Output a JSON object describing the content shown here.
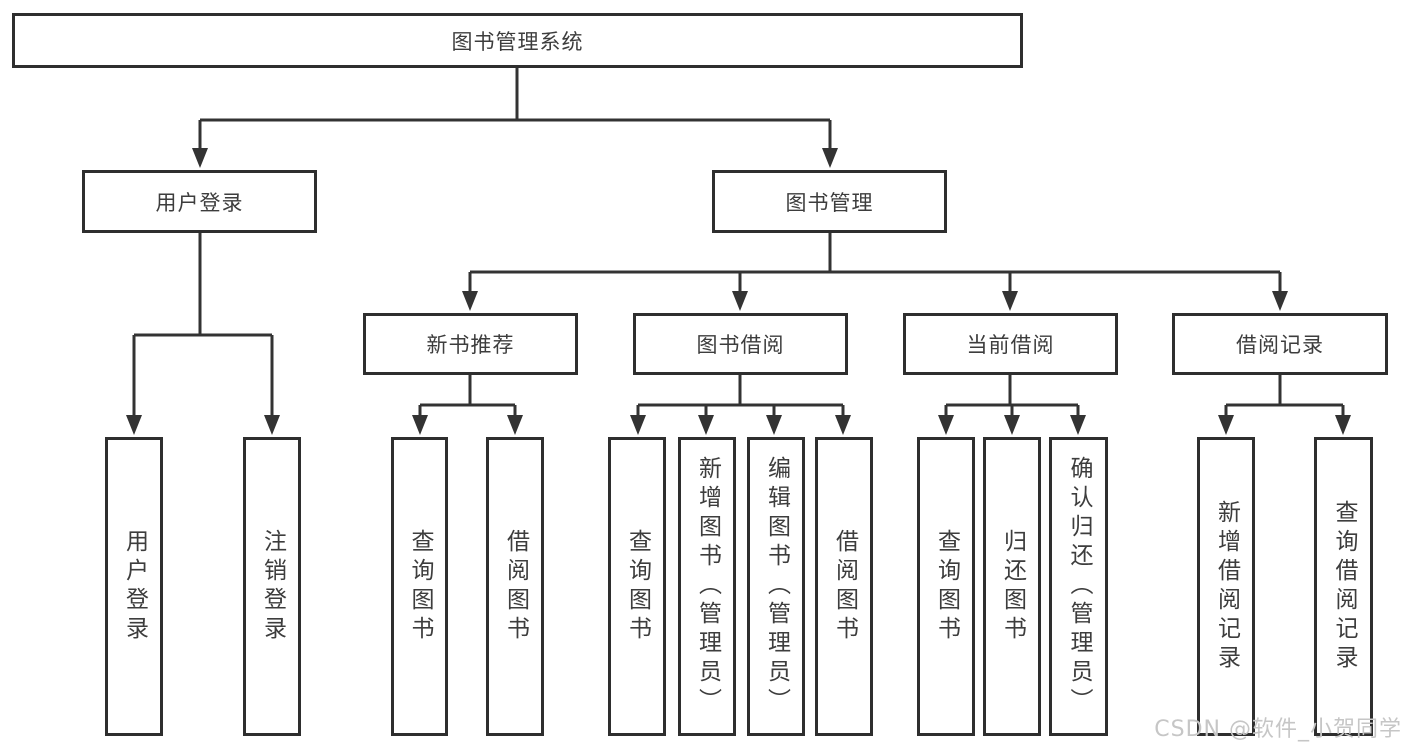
{
  "diagram": {
    "root": {
      "label": "图书管理系统"
    },
    "branches": [
      {
        "label": "用户登录",
        "children": [
          {
            "label": "用户登录"
          },
          {
            "label": "注销登录"
          }
        ]
      },
      {
        "label": "图书管理",
        "children": [
          {
            "label": "新书推荐",
            "children": [
              {
                "label": "查询图书"
              },
              {
                "label": "借阅图书"
              }
            ]
          },
          {
            "label": "图书借阅",
            "children": [
              {
                "label": "查询图书"
              },
              {
                "label": "新增图书（管理员）"
              },
              {
                "label": "编辑图书（管理员）"
              },
              {
                "label": "借阅图书"
              }
            ]
          },
          {
            "label": "当前借阅",
            "children": [
              {
                "label": "查询图书"
              },
              {
                "label": "归还图书"
              },
              {
                "label": "确认归还（管理员）"
              }
            ]
          },
          {
            "label": "借阅记录",
            "children": [
              {
                "label": "新增借阅记录"
              },
              {
                "label": "查询借阅记录"
              }
            ]
          }
        ]
      }
    ]
  },
  "watermark": {
    "text": "CSDN @软件_小贺同学"
  },
  "colors": {
    "line": "#333333",
    "box_border": "#2e2e2e",
    "text": "#3d3d3d",
    "watermark": "#c6c6c6",
    "background": "#ffffff"
  }
}
